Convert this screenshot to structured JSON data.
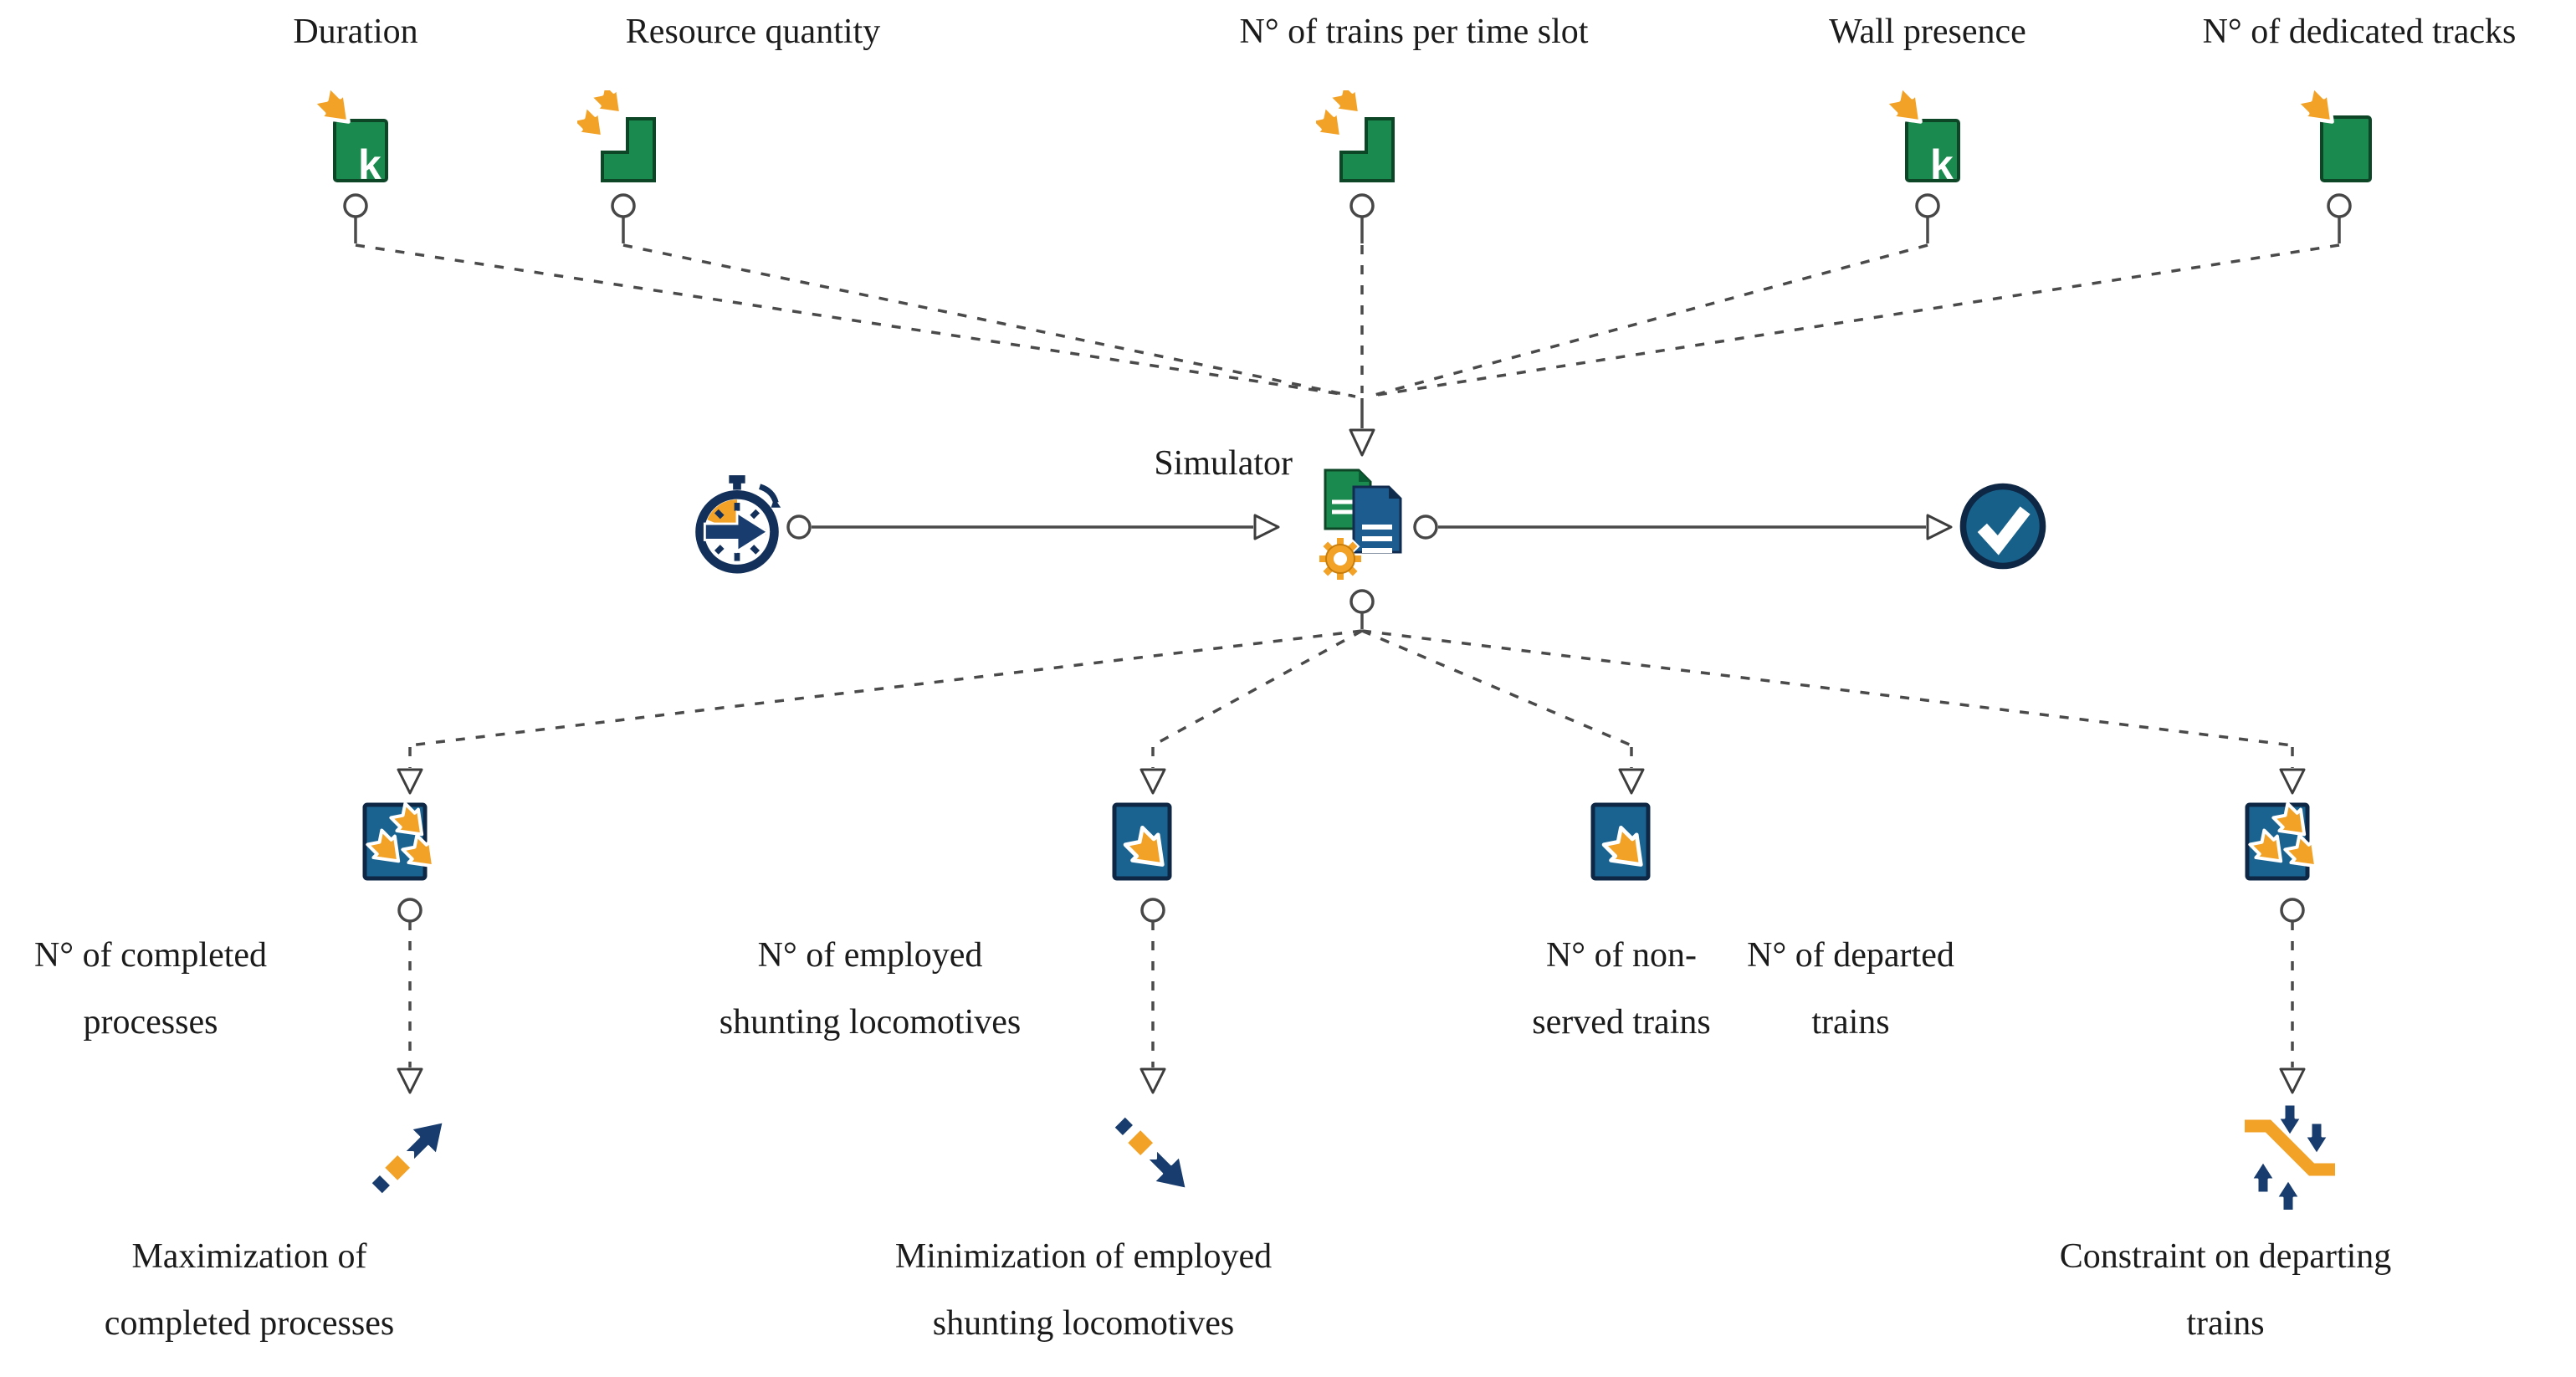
{
  "diagram": {
    "simulator_label": "Simulator",
    "inputs": [
      {
        "label": "Duration",
        "kind": "constant-input"
      },
      {
        "label": "Resource quantity",
        "kind": "vector-input"
      },
      {
        "label": "N° of trains per time slot",
        "kind": "vector-input"
      },
      {
        "label": "Wall presence",
        "kind": "constant-input"
      },
      {
        "label": "N° of dedicated tracks",
        "kind": "scalar-input"
      }
    ],
    "outputs": [
      {
        "line1": "N° of completed",
        "line2": "processes",
        "kind": "vector-output"
      },
      {
        "line1": "N° of employed",
        "line2": "shunting locomotives",
        "kind": "scalar-output"
      },
      {
        "line1": "N° of non-",
        "line2": "served trains",
        "kind": "scalar-output"
      },
      {
        "line1": "N° of departed",
        "line2": "trains",
        "kind": "vector-output"
      }
    ],
    "goals": [
      {
        "line1": "Maximization of",
        "line2": "completed processes",
        "kind": "maximize-objective"
      },
      {
        "line1": "Minimization of employed",
        "line2": "shunting locomotives",
        "kind": "minimize-objective"
      },
      {
        "line1": "Constraint on departing",
        "line2": "trains",
        "kind": "constraint"
      }
    ],
    "colors": {
      "input_green": "#1b8a4e",
      "accent_orange": "#f2a227",
      "node_navy": "#1a6391",
      "deep_navy": "#13305a",
      "connector_gray": "#4a4a4a"
    }
  }
}
